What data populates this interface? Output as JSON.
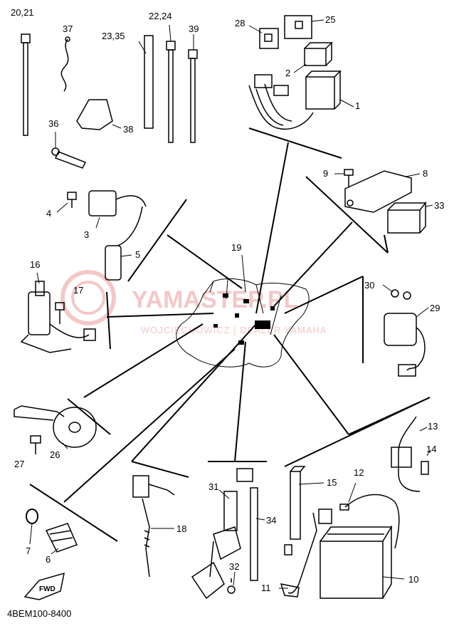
{
  "drawing_code": "4BEM100-8400",
  "watermark": {
    "title": "YAMASTEP.PL",
    "subtitle": "WOJCIECHOWICZ | DEALER YAMAHA"
  },
  "fwd_label": "FWD",
  "callouts": {
    "c1": "1",
    "c2": "2",
    "c3": "3",
    "c4": "4",
    "c5": "5",
    "c6": "6",
    "c7": "7",
    "c8": "8",
    "c9": "9",
    "c10": "10",
    "c11": "11",
    "c12": "12",
    "c13": "13",
    "c14": "14",
    "c15": "15",
    "c16": "16",
    "c17": "17",
    "c18": "18",
    "c19": "19",
    "c20_21": "20,21",
    "c22_24": "22,24",
    "c23_35": "23,35",
    "c25": "25",
    "c26": "26",
    "c27": "27",
    "c28": "28",
    "c29": "29",
    "c30": "30",
    "c31": "31",
    "c32": "32",
    "c33": "33",
    "c34": "34",
    "c36": "36",
    "c37": "37",
    "c38": "38",
    "c39": "39"
  }
}
